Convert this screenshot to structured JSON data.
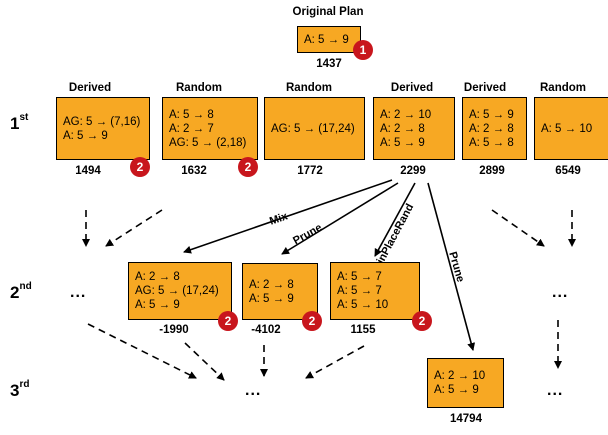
{
  "original": {
    "header": "Original Plan",
    "lines": [
      "A: 5 → 9"
    ],
    "score": "1437",
    "badge": "1"
  },
  "gen_labels": [
    {
      "base": "1",
      "sup": "st"
    },
    {
      "base": "2",
      "sup": "nd"
    },
    {
      "base": "3",
      "sup": "rd"
    }
  ],
  "gen1": [
    {
      "header": "Derived",
      "lines": [
        "AG: 5 → (7,16)",
        "A: 5 → 9"
      ],
      "score": "1494",
      "badge": "2"
    },
    {
      "header": "Random",
      "lines": [
        "A: 5 → 8",
        "A: 2 → 7",
        "AG: 5 → (2,18)"
      ],
      "score": "1632",
      "badge": "2"
    },
    {
      "header": "Random",
      "lines": [
        "AG: 5 → (17,24)"
      ],
      "score": "1772",
      "badge": ""
    },
    {
      "header": "Derived",
      "lines": [
        "A: 2 → 10",
        "A: 2 → 8",
        "A: 5 → 9"
      ],
      "score": "2299",
      "badge": ""
    },
    {
      "header": "Derived",
      "lines": [
        "A: 5 → 9",
        "A: 2 → 8",
        "A: 5 → 8"
      ],
      "score": "2899",
      "badge": ""
    },
    {
      "header": "Random",
      "lines": [
        "A: 5 → 10"
      ],
      "score": "6549",
      "badge": ""
    }
  ],
  "gen2": [
    {
      "lines": [
        "A: 2 → 8",
        "AG: 5 → (17,24)",
        "A: 5 → 9"
      ],
      "score": "-1990",
      "badge": "2"
    },
    {
      "lines": [
        "A: 2 → 8",
        "A: 5 → 9"
      ],
      "score": "-4102",
      "badge": "2"
    },
    {
      "lines": [
        "A: 5 → 7",
        "A: 5 → 7",
        "A: 5 → 10"
      ],
      "score": "1155",
      "badge": "2"
    }
  ],
  "gen3": [
    {
      "lines": [
        "A: 2 → 10",
        "A: 5 → 9"
      ],
      "score": "14794",
      "badge": ""
    }
  ],
  "edge_labels": {
    "mix": "Mix",
    "prune_a": "Prune",
    "inplace": "inPlaceRand",
    "prune_b": "Prune"
  },
  "ellipsis": "..."
}
